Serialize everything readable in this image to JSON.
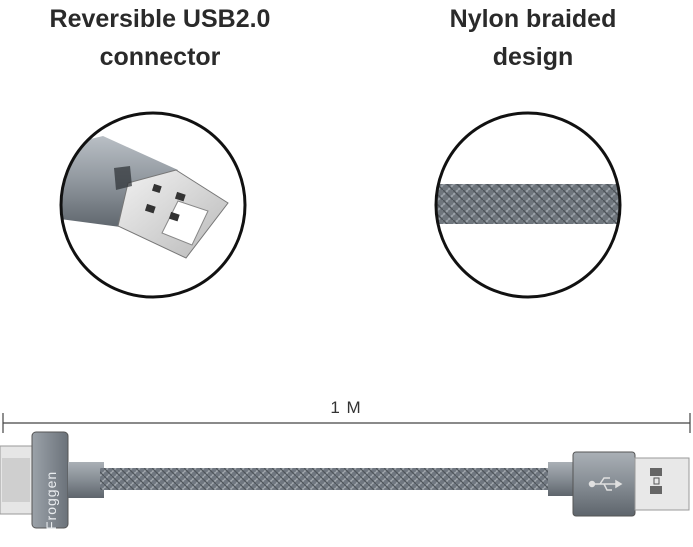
{
  "features": [
    {
      "title_line1": "Reversible USB2.0",
      "title_line2": "connector"
    },
    {
      "title_line1": "Nylon braided",
      "title_line2": "design"
    }
  ],
  "dimension": {
    "length_label": "1 M"
  },
  "brand": {
    "name": "Froggen"
  },
  "colors": {
    "metal": "#8d949b",
    "metal_dark": "#5e656c",
    "braid": "#6f767d",
    "outline": "#111111"
  }
}
